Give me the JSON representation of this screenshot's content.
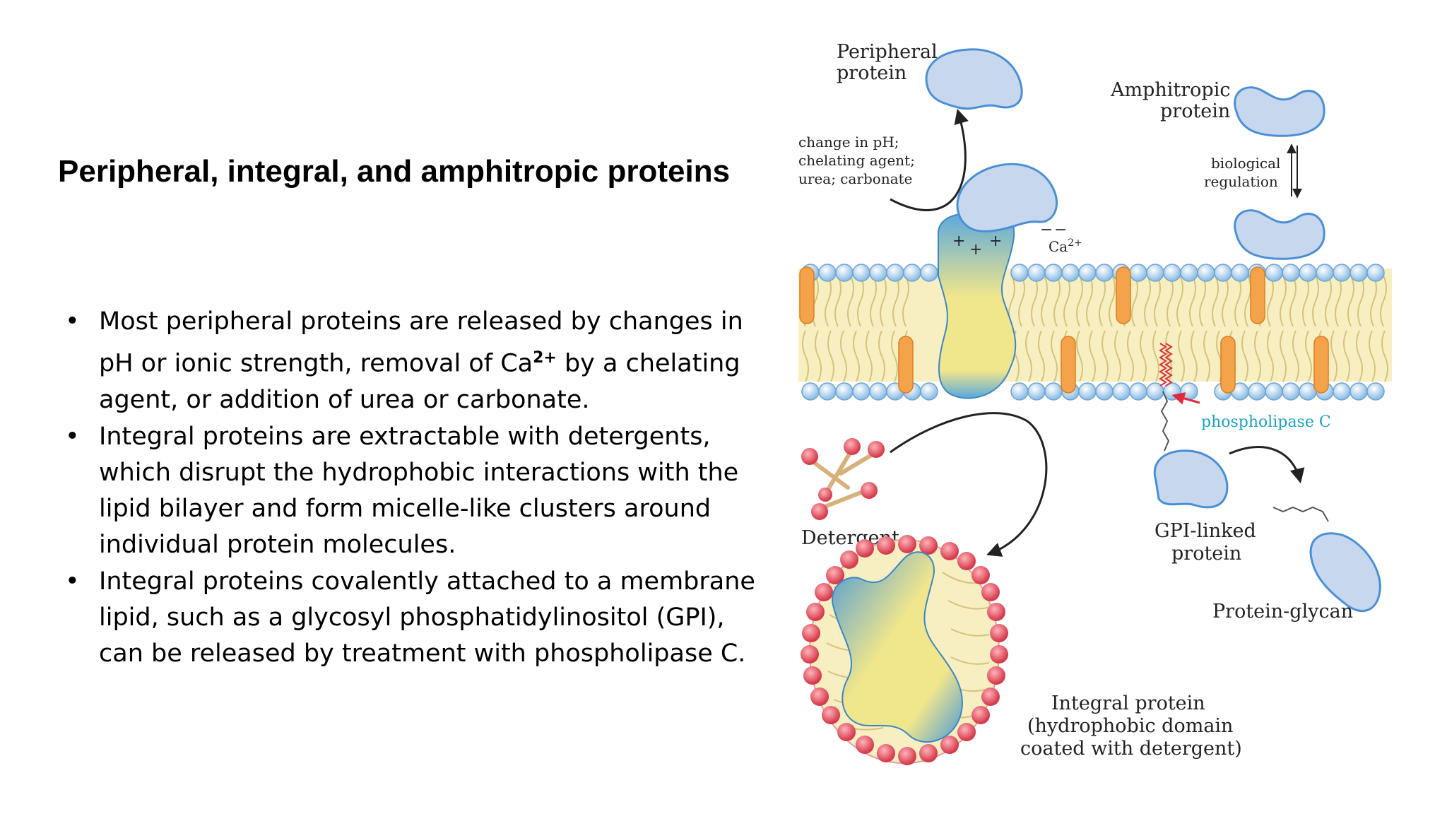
{
  "slide": {
    "title": "Peripheral, integral, and amphitropic proteins",
    "bullets": [
      {
        "marker": "•",
        "text_before_sup": "Most peripheral proteins are released by changes in pH or ionic strength, removal of Ca",
        "sup": "2+",
        "text_after_sup": " by a chelating agent, or addition of urea or carbonate."
      },
      {
        "marker": "•",
        "text": "Integral proteins are extractable with detergents, which disrupt the hydrophobic interactions with the lipid bilayer and form micelle-like clusters around individual protein molecules."
      },
      {
        "marker": "•",
        "text": "Integral proteins covalently attached to a membrane lipid, such as a glycosyl phosphatidylinositol (GPI), can be released by treatment with phospholipase C."
      }
    ]
  },
  "figure": {
    "labels": {
      "peripheral_1": "Peripheral",
      "peripheral_2": "protein",
      "amphitropic_1": "Amphitropic",
      "amphitropic_2": "protein",
      "release_1": "change in pH;",
      "release_2": "chelating agent;",
      "release_3": "urea; carbonate",
      "biological_1": "biological",
      "biological_2": "regulation",
      "ca_base": "Ca",
      "ca_sup": "2+",
      "plus_sign": "+",
      "minus_sign": "−",
      "phospholipase": "phospholipase C",
      "detergent": "Detergent",
      "gpi_1": "GPI-linked",
      "gpi_2": "protein",
      "glycan": "Protein-glycan",
      "integral_1": "Integral protein",
      "integral_2": "(hydrophobic domain",
      "integral_3": "coated with detergent)"
    },
    "colors": {
      "protein_light": "#c6d7ee",
      "protein_dark": "#4a8fd6",
      "integral_yellow": "#f0e68c",
      "integral_blue": "#5aa9dc",
      "lipid_head": "#cfe3f5",
      "lipid_tail": "#f3e6a6",
      "sterol_orange": "#f5a34a",
      "detergent_red": "#e8525f",
      "phospholipase_cyan": "#1aa3c6",
      "arrow_red": "#e02a3a"
    }
  }
}
